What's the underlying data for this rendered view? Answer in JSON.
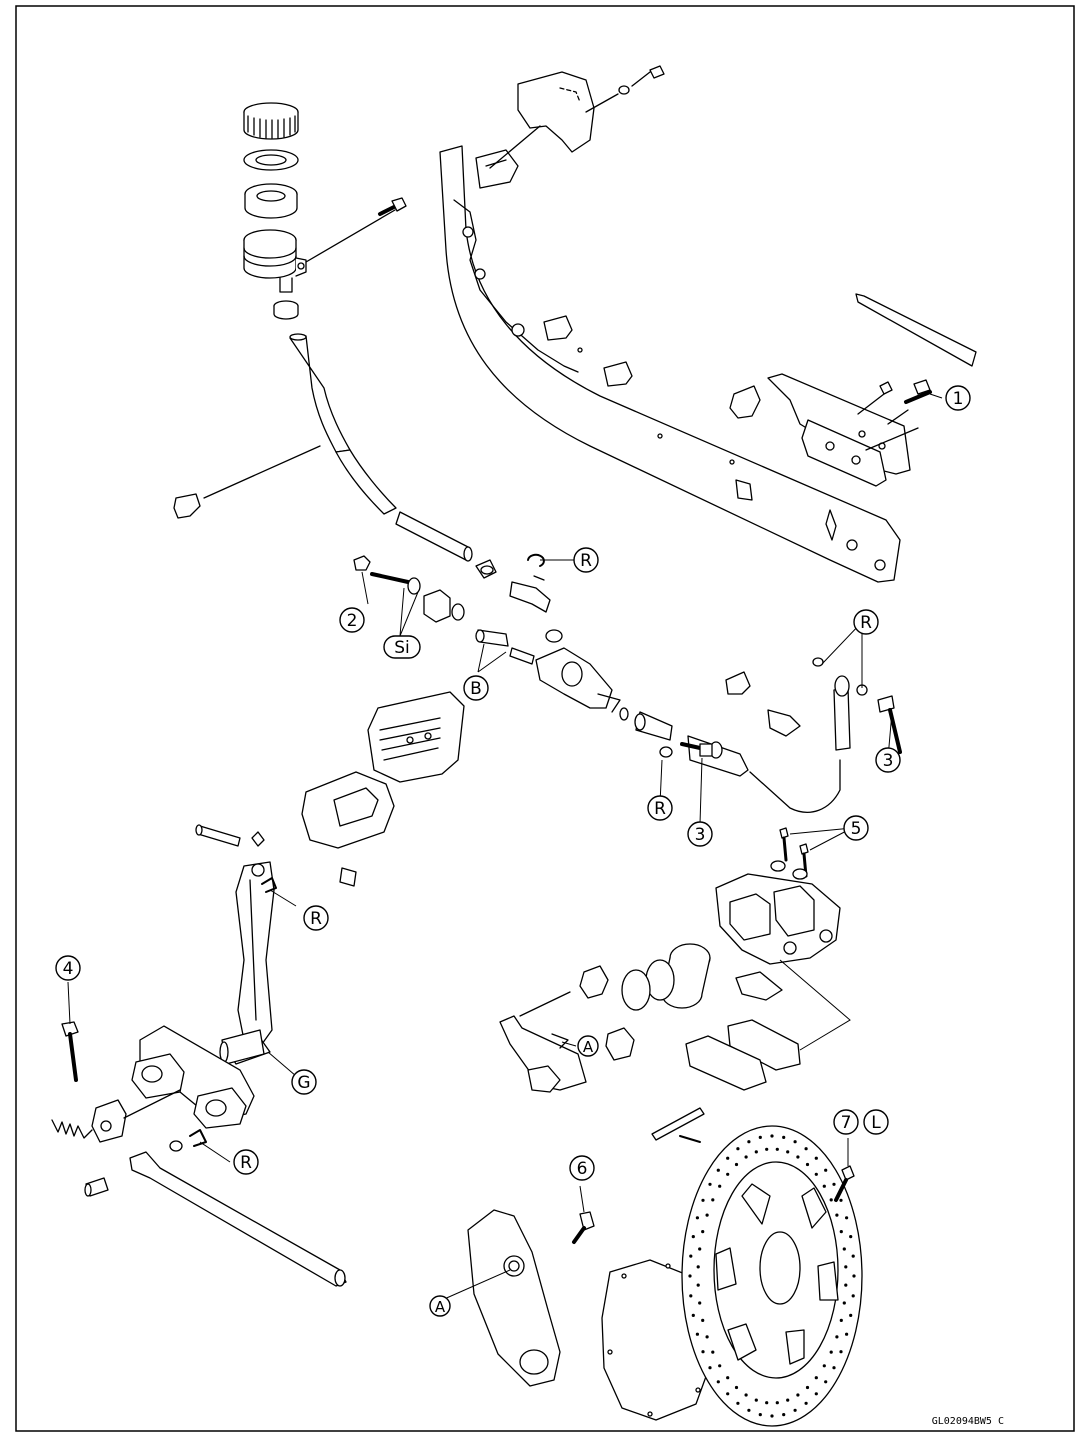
{
  "drawing_code": "GL02094BW5 C",
  "callouts": {
    "c1": "1",
    "c2": "2",
    "c3a": "3",
    "c3b": "3",
    "c4": "4",
    "c5": "5",
    "c6": "6",
    "c7": "7",
    "cL": "L",
    "cR1": "R",
    "cR2": "R",
    "cR3": "R",
    "cR4": "R",
    "cR5": "R",
    "cB": "B",
    "cSi": "Si",
    "cG": "G",
    "cA1": "A",
    "cA2": "A"
  }
}
